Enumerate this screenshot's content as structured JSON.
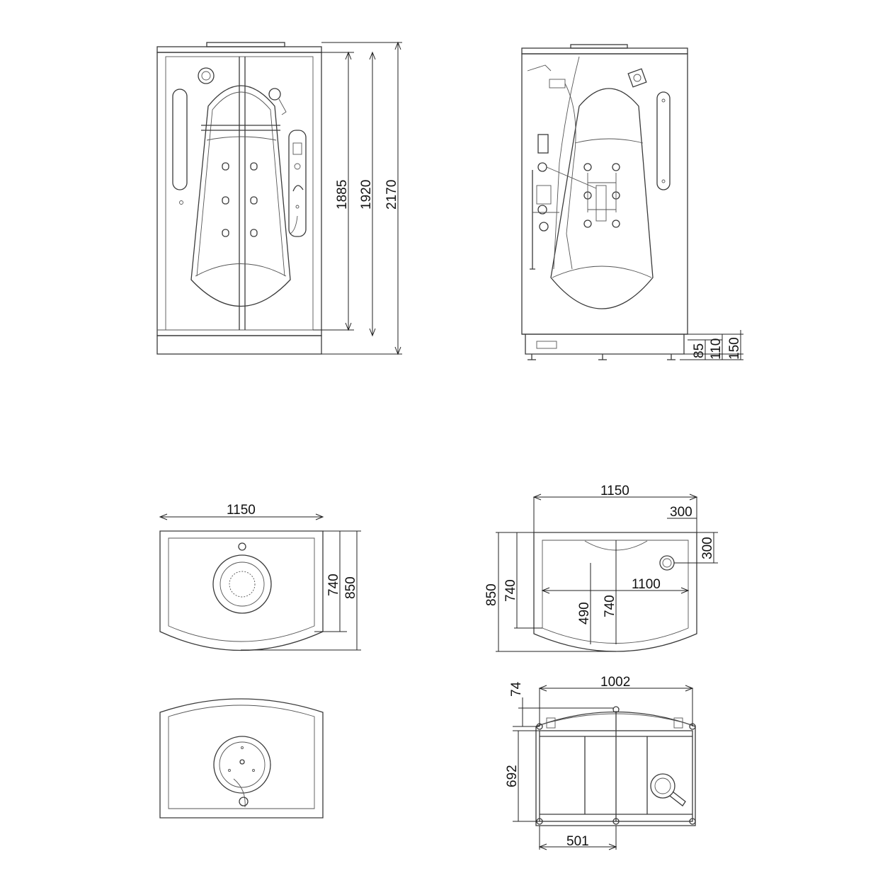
{
  "front_view": {
    "dim_1885": "1885",
    "dim_1920": "1920",
    "dim_2170": "2170"
  },
  "side_view": {
    "dim_85": "85",
    "dim_110": "110",
    "dim_150": "150"
  },
  "top_view": {
    "dim_width": "1150",
    "dim_740": "740",
    "dim_850": "850"
  },
  "base_view": {
    "dim_width": "1150",
    "dim_300_h": "300",
    "dim_300_v": "300",
    "dim_850": "850",
    "dim_740_outer": "740",
    "dim_490": "490",
    "dim_740_inner": "740",
    "dim_1100": "1100"
  },
  "frame_view": {
    "dim_1002": "1002",
    "dim_74": "74",
    "dim_692": "692",
    "dim_501": "501"
  }
}
